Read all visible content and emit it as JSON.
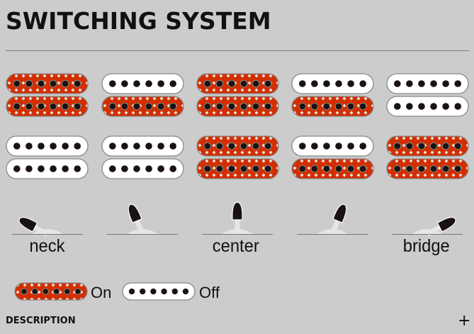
{
  "title": "SWITCHING SYSTEM",
  "colors": {
    "on": "#d22e00",
    "off": "#ffffff",
    "dot": "#1a1212"
  },
  "rows": [
    [
      [
        true,
        true
      ],
      [
        false,
        true
      ],
      [
        true,
        true
      ],
      [
        false,
        true
      ],
      [
        false,
        false
      ]
    ],
    [
      [
        false,
        false
      ],
      [
        false,
        false
      ],
      [
        true,
        true
      ],
      [
        false,
        true
      ],
      [
        true,
        true
      ]
    ]
  ],
  "switch_positions": [
    "neck",
    "neck-center",
    "center",
    "center-bridge",
    "bridge"
  ],
  "labels": {
    "neck": "neck",
    "center": "center",
    "bridge": "bridge"
  },
  "legend": {
    "on": "On",
    "off": "Off"
  },
  "description": {
    "label": "DESCRIPTION",
    "toggle": "+"
  }
}
